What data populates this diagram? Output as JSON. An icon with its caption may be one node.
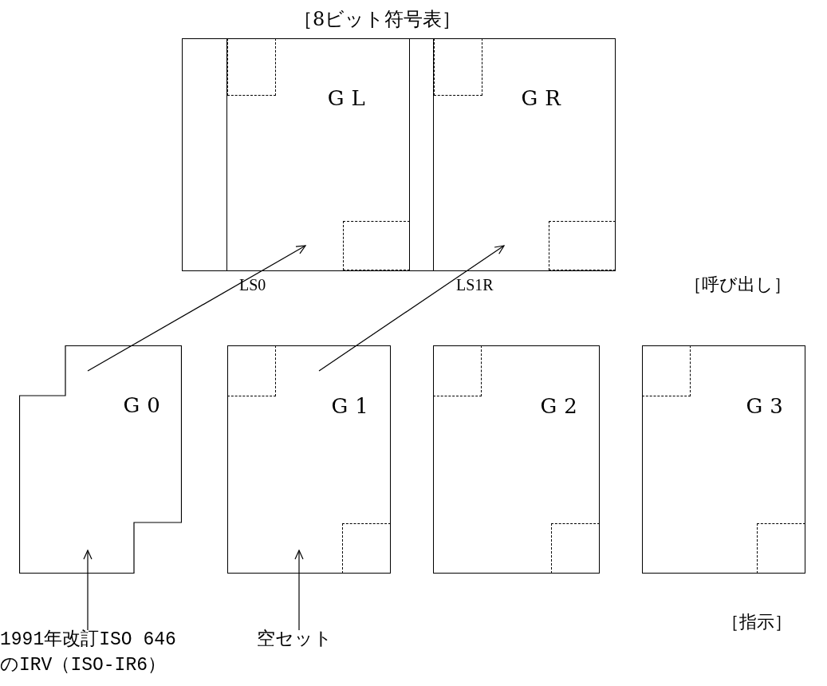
{
  "diagram": {
    "title": "［8ビット符号表］",
    "nodes": [
      {
        "text": [],
        "shape": "box"
      },
      {
        "text": [
          "GL"
        ],
        "in": 0
      },
      {
        "text": [
          "GR"
        ],
        "in": 0
      },
      {
        "text": [
          "G0"
        ]
      },
      {
        "text": [
          "G1"
        ]
      },
      {
        "text": [
          "G2"
        ]
      },
      {
        "text": [
          "G3"
        ]
      },
      {
        "text": [
          "1991年改訂ISO 646 のIRV（ISO-IR6）"
        ]
      },
      {
        "text": [
          "空セット"
        ]
      }
    ],
    "edges": [
      {
        "from": 3,
        "to": 1,
        "arrow": "to",
        "label": "LS0"
      },
      {
        "from": 4,
        "to": 2,
        "arrow": "to",
        "label": "LS1R"
      },
      {
        "from": 7,
        "to": 3,
        "arrow": "to"
      },
      {
        "from": 8,
        "to": 4,
        "arrow": "to"
      }
    ],
    "labels": [
      "［呼び出し］",
      "［指示］"
    ]
  }
}
